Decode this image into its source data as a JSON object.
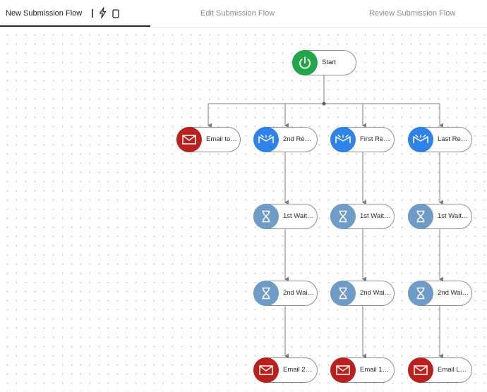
{
  "tabs": [
    {
      "label": "New Submission Flow",
      "active": true
    },
    {
      "label": "Edit Submission Flow",
      "active": false
    },
    {
      "label": "Review Submission Flow",
      "active": false
    }
  ],
  "tab_icons": [
    "text-cursor-icon",
    "lightning-icon",
    "copy-icon"
  ],
  "colors": {
    "start": "#22a64a",
    "email": "#b8211e",
    "recipient": "#2f83e8",
    "wait": "#6f9cc6",
    "edge": "#7d7d7d"
  },
  "flow": {
    "start": {
      "label": "Start",
      "icon": "power-icon"
    },
    "email_to": {
      "label": "Email to…",
      "icon": "envelope-icon"
    },
    "branches": [
      {
        "label": "2nd Re…",
        "wait1": "1st Wait…",
        "wait2": "2nd Wai…",
        "email": "Email 2…"
      },
      {
        "label": "First Re…",
        "wait1": "1st Wait…",
        "wait2": "2nd Wai…",
        "email": "Email 1…"
      },
      {
        "label": "Last Re…",
        "wait1": "1st Wait…",
        "wait2": "2nd Wai…",
        "email": "Email L…"
      }
    ]
  }
}
